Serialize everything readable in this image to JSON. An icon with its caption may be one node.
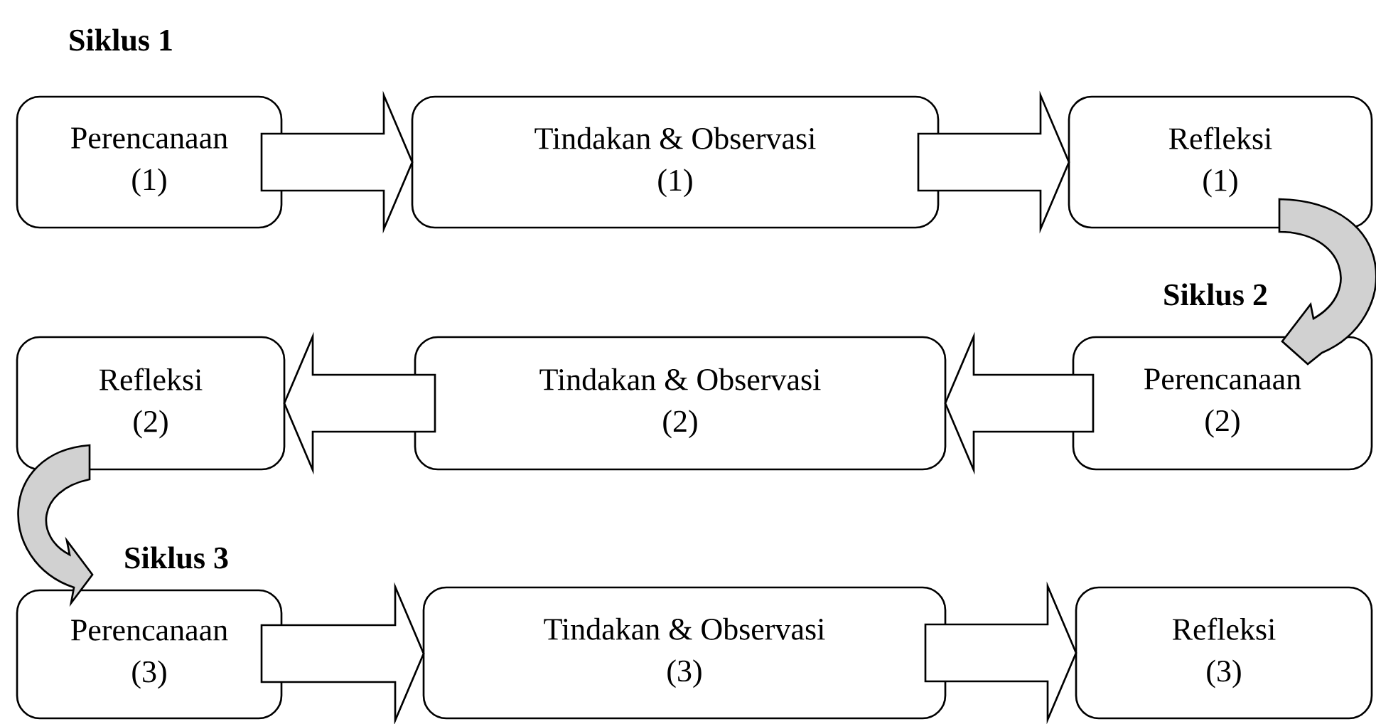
{
  "diagram": {
    "nodes": [
      {
        "text": [
          "Perencanaan",
          "(1)"
        ]
      },
      {
        "text": [
          "Tindakan & Observasi",
          "(1)"
        ]
      },
      {
        "text": [
          "Refleksi",
          "(1)"
        ]
      },
      {
        "text": [
          "Perencanaan",
          "(2)"
        ]
      },
      {
        "text": [
          "Tindakan & Observasi",
          "(2)"
        ]
      },
      {
        "text": [
          "Refleksi",
          "(2)"
        ]
      },
      {
        "text": [
          "Perencanaan",
          "(3)"
        ]
      },
      {
        "text": [
          "Tindakan & Observasi",
          "(3)"
        ]
      },
      {
        "text": [
          "Refleksi",
          "(3)"
        ]
      }
    ],
    "edges": [
      {
        "from": 0,
        "to": 1,
        "arrow": "to"
      },
      {
        "from": 1,
        "to": 2,
        "arrow": "to"
      },
      {
        "from": 2,
        "to": 3,
        "arrow": "to"
      },
      {
        "from": 3,
        "to": 4,
        "arrow": "to"
      },
      {
        "from": 4,
        "to": 5,
        "arrow": "to"
      },
      {
        "from": 5,
        "to": 6,
        "arrow": "to"
      },
      {
        "from": 6,
        "to": 7,
        "arrow": "to"
      },
      {
        "from": 7,
        "to": 8,
        "arrow": "to"
      }
    ],
    "labels": [
      "Siklus 1",
      "Siklus 2",
      "Siklus 3"
    ]
  }
}
